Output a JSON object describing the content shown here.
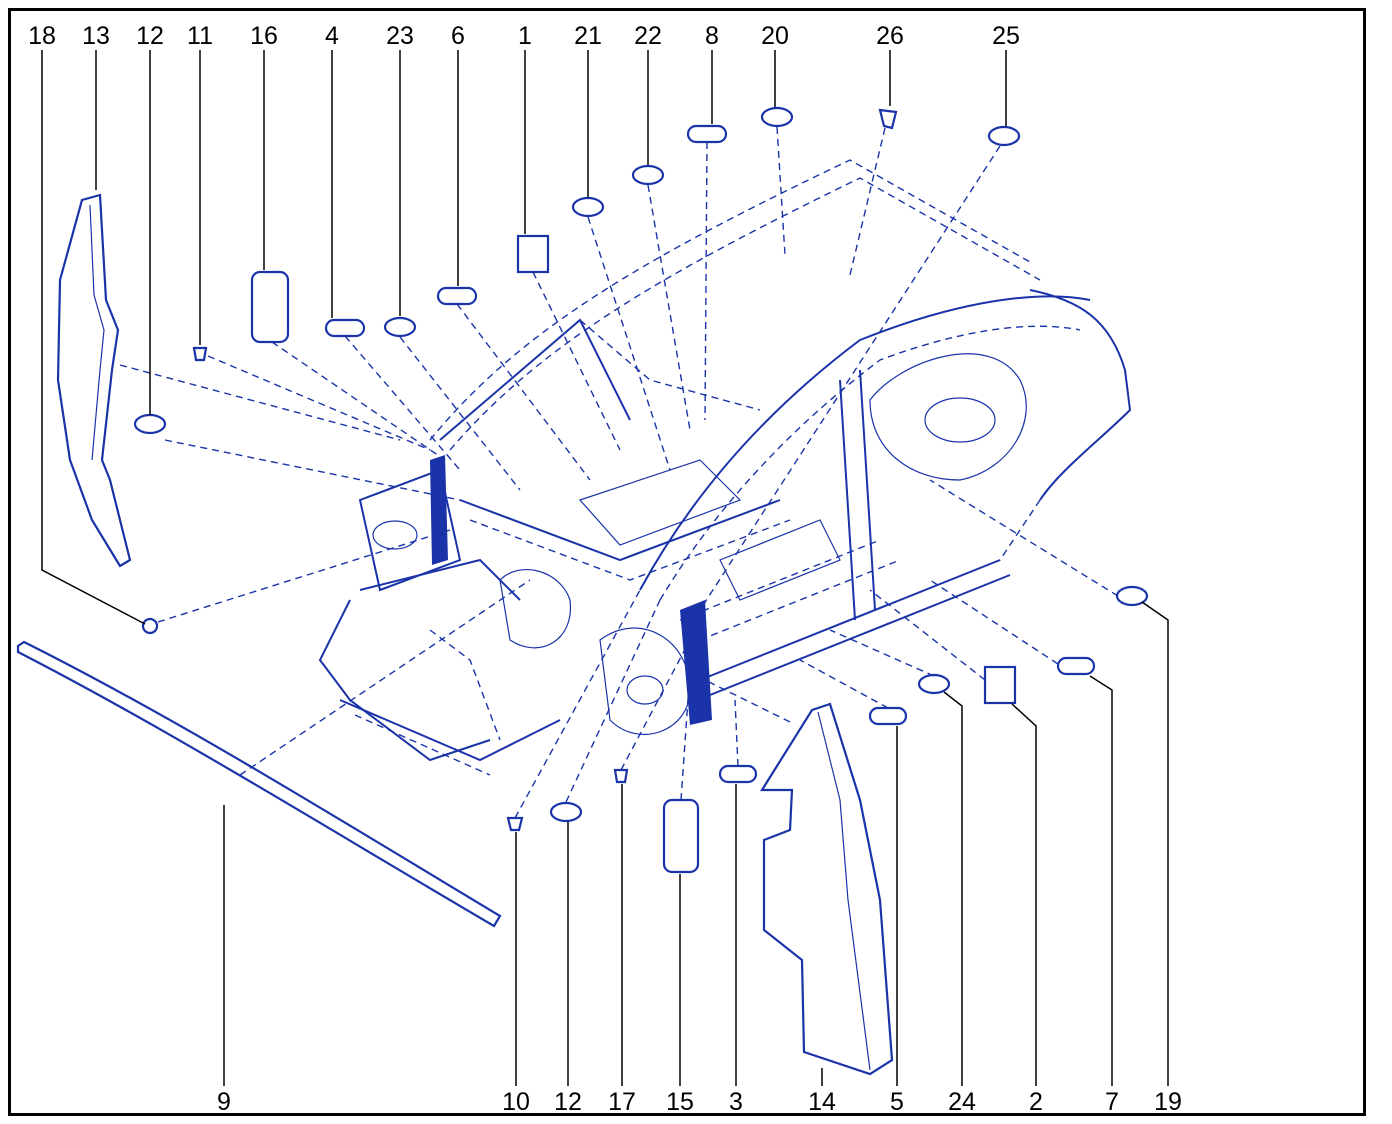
{
  "diagram": {
    "accent_color": "#1a33a8",
    "callouts_top": [
      "18",
      "13",
      "12",
      "11",
      "16",
      "4",
      "23",
      "6",
      "1",
      "21",
      "22",
      "8",
      "20",
      "26",
      "25"
    ],
    "callouts_bottom": [
      "9",
      "10",
      "12",
      "17",
      "15",
      "3",
      "14",
      "5",
      "24",
      "2",
      "7",
      "19"
    ]
  }
}
